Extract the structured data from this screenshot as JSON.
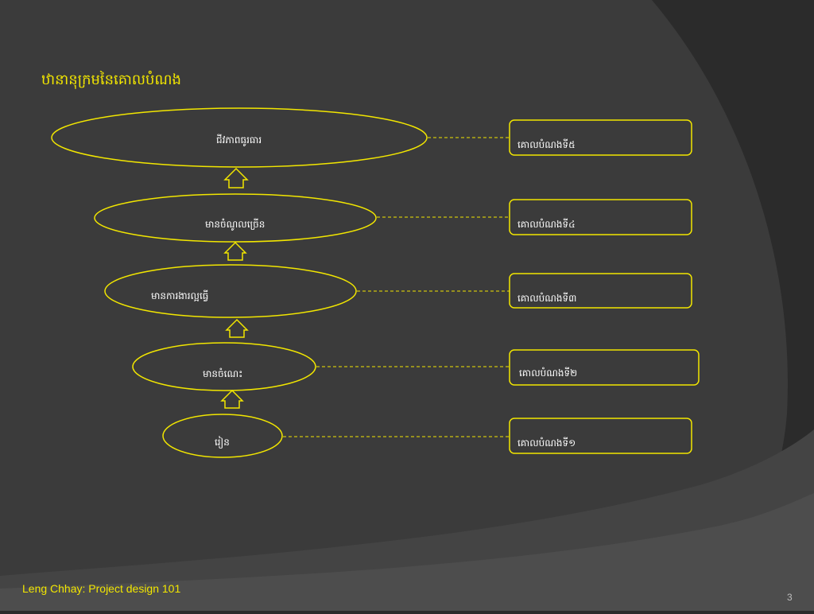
{
  "slide": {
    "title": "ឋានានុក្រមនៃគោលបំណង",
    "footer": "Leng Chhay: Project design 101",
    "page_number": "3"
  },
  "diagram": {
    "nodes": [
      {
        "id": "n5",
        "label": "ជីវភាពធូរធារ"
      },
      {
        "id": "n4",
        "label": "មានចំណូលច្រើន"
      },
      {
        "id": "n3",
        "label": "មានការងារល្អធ្វើ"
      },
      {
        "id": "n2",
        "label": "មានចំណេះ"
      },
      {
        "id": "n1",
        "label": "រៀន"
      }
    ],
    "goals": [
      {
        "id": "g5",
        "label": "គោលបំណងទី៥"
      },
      {
        "id": "g4",
        "label": "គោលបំណងទី៤"
      },
      {
        "id": "g3",
        "label": "គោលបំណងទី៣"
      },
      {
        "id": "g2",
        "label": "គោលបំណងទី២"
      },
      {
        "id": "g1",
        "label": "គោលបំណងទី១"
      }
    ],
    "connections": [
      {
        "from": "n5",
        "to": "g5"
      },
      {
        "from": "n4",
        "to": "g4"
      },
      {
        "from": "n3",
        "to": "g3"
      },
      {
        "from": "n2",
        "to": "g2"
      },
      {
        "from": "n1",
        "to": "g1"
      }
    ],
    "arrows": [
      {
        "from": "n1",
        "to": "n2"
      },
      {
        "from": "n2",
        "to": "n3"
      },
      {
        "from": "n3",
        "to": "n4"
      },
      {
        "from": "n4",
        "to": "n5"
      }
    ]
  },
  "colors": {
    "accent": "#f2e600",
    "background": "#2b2b2b",
    "panel": "#3a3a3a",
    "text": "#ffffff"
  }
}
